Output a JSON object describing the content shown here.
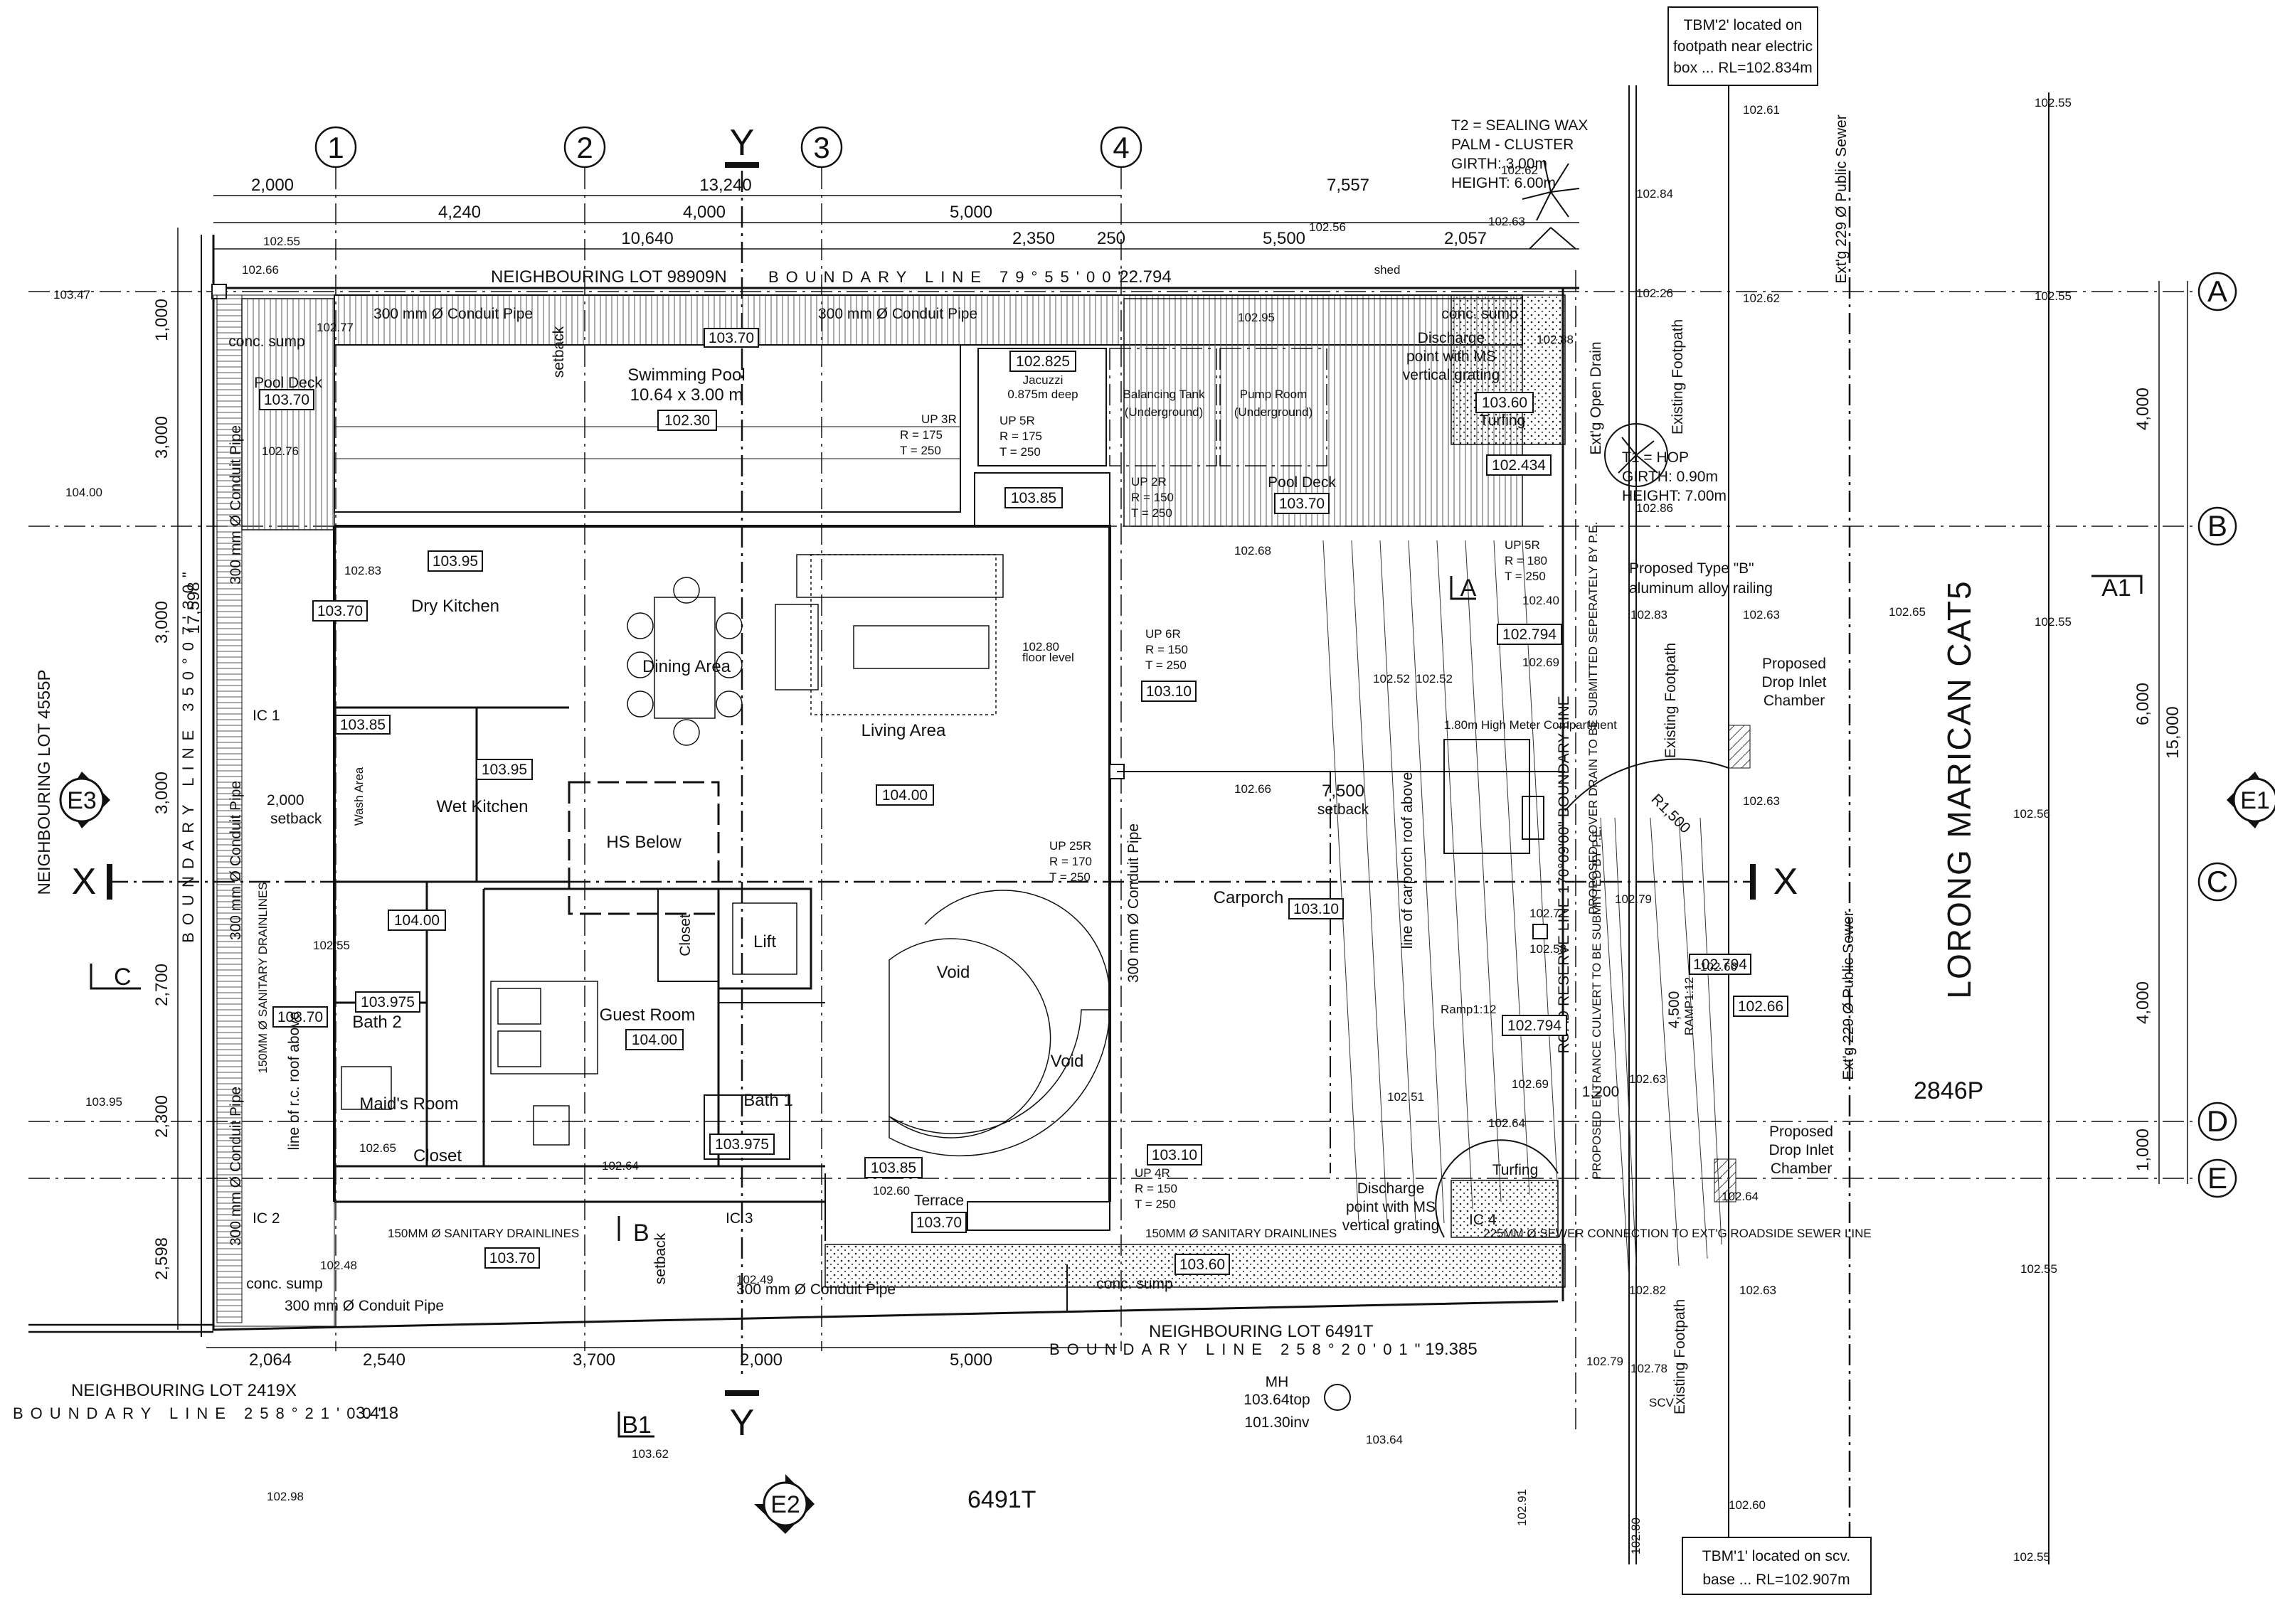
{
  "grid_columns": [
    "1",
    "2",
    "Y",
    "3",
    "4"
  ],
  "grid_rows": [
    "A",
    "B",
    "C",
    "D",
    "E"
  ],
  "section_markers": {
    "x_left": "X",
    "x_right": "X",
    "y_bottom": "Y",
    "a": "A",
    "a1": "A1",
    "b": "B",
    "b1": "B1",
    "c": "C",
    "c_left": "C"
  },
  "elevations": {
    "e1": "E1",
    "e2": "E2",
    "e3": "E3"
  },
  "top_dims": {
    "d1": "2,000",
    "d2": "13,240",
    "d3": "7,557",
    "d4": "4,240",
    "d5": "4,000",
    "d6": "5,000",
    "d7": "10,640",
    "d8": "2,350",
    "d9": "250",
    "d10": "5,500",
    "d11": "2,057",
    "d12": "22.794"
  },
  "bottom_dims": {
    "d1": "2,064",
    "d2": "2,540",
    "d3": "3,700",
    "d4": "2,000",
    "d5": "5,000",
    "d6": "19.385",
    "d7": "3.418"
  },
  "left_dims": {
    "d1": "1,000",
    "d2": "3,000",
    "d3": "17,598",
    "d4": "3,000",
    "d5": "3,000",
    "d6": "2,700",
    "d7": "2,300",
    "d8": "2,598"
  },
  "right_dims": {
    "d1": "4,000",
    "d2": "6,000",
    "d3": "15,000",
    "d4": "4,000",
    "d5": "1,000"
  },
  "boundary": {
    "top": "NEIGHBOURING LOT 98909N",
    "top_line": "BOUNDARY LINE 79°55'00\"",
    "left_lot": "NEIGHBOURING LOT 4555P",
    "left_line": "BOUNDARY LINE 350°07'30\"",
    "bottom_lot": "NEIGHBOURING LOT 6491T",
    "bottom_line": "BOUNDARY LINE 258°20'01\"",
    "bottom_left_lot": "NEIGHBOURING LOT 2419X",
    "bottom_left_line": "BOUNDARY LINE 258°21'00\"",
    "road_reserve": "ROAD RESERVE LINE 170°09'00\" BOUNDARY LINE"
  },
  "road_name": "LORONG MARICAN CAT5",
  "lot_2846": "2846P",
  "lot_6491": "6491T",
  "tbm2": [
    "TBM'2' located on",
    "footpath near electric",
    "box ... RL=102.834m"
  ],
  "tbm1": [
    "TBM'1' located on scv.",
    "base ... RL=102.907m"
  ],
  "tree_t2": [
    "T2 = SEALING WAX",
    "PALM - CLUSTER",
    "GIRTH: 3.00m",
    "HEIGHT: 6.00m"
  ],
  "tree_t1": [
    "T1 = HOP",
    "GIRTH: 0.90m",
    "HEIGHT: 7.00m"
  ],
  "rooms": {
    "swimming_pool": "Swimming Pool",
    "pool_size": "10.64 x 3.00 m",
    "pool_level": "102.30",
    "jacuzzi": "Jacuzzi",
    "jacuzzi_depth": "0.875m deep",
    "jacuzzi_level": "102.825",
    "balancing": "Balancing Tank",
    "underground": "(Underground)",
    "pump": "Pump Room",
    "pool_deck": "Pool Deck",
    "pool_deck_level": "103.70",
    "dry_kitchen": "Dry Kitchen",
    "dry_kitchen_level": "103.95",
    "dining": "Dining Area",
    "living": "Living Area",
    "living_level": "104.00",
    "wet_kitchen": "Wet Kitchen",
    "wet_kitchen_level": "103.95",
    "wash_area": "Wash Area",
    "hs_below": "HS Below",
    "closet": "Closet",
    "lift": "Lift",
    "void": "Void",
    "guest": "Guest Room",
    "guest_level": "104.00",
    "bath1": "Bath 1",
    "bath1_level": "103.975",
    "bath2": "Bath 2",
    "bath2_level": "103.975",
    "maids": "Maid's Room",
    "closet2": "Closet",
    "terrace": "Terrace",
    "terrace_level": "103.70",
    "carporch": "Carporch",
    "carporch_level": "103.10",
    "turfing": "Turfing",
    "shed": "shed",
    "conc_sump": "conc. sump"
  },
  "stairs": {
    "s1": [
      "UP 3R",
      "R = 175",
      "T = 250"
    ],
    "s2": [
      "UP 5R",
      "R = 175",
      "T = 250"
    ],
    "s3": [
      "UP 2R",
      "R = 150",
      "T = 250"
    ],
    "s4": [
      "UP 6R",
      "R = 150",
      "T = 250"
    ],
    "s5": [
      "UP 25R",
      "R = 170",
      "T = 250"
    ],
    "s6": [
      "UP 4R",
      "R = 150",
      "T = 250"
    ],
    "s7": [
      "UP 5R",
      "R = 180",
      "T = 250"
    ]
  },
  "notes": {
    "conduit": "300 mm Ø Conduit Pipe",
    "setback": "setback",
    "setback_7500": "7,500",
    "discharge": [
      "Discharge",
      "point with MS",
      "vertical grating"
    ],
    "railing": [
      "Proposed Type \"B\"",
      "aluminum alloy railing"
    ],
    "drop_inlet": [
      "Proposed",
      "Drop Inlet",
      "Chamber"
    ],
    "footpath": "Existing Footpath",
    "open_drain": "Ext'g Open Drain",
    "sewer": "Ext'g 229 Ø Public Sewer",
    "sanitary": "150MM Ø SANITARY DRAINLINES",
    "sewer_conn": "225MM Ø SEWER CONNECTION TO EXT'G ROADSIDE SEWER LINE",
    "carporch_roof": "line of carporch roof above",
    "rc_roof": "line of r.c. roof above",
    "compartment": "1.80m High Meter Compartment",
    "ramp": "Ramp1:12",
    "ramp2": "RAMP1:12",
    "r1500": "R1,500",
    "floor_level": "floor level",
    "covered_drain": "PROPOSED COVER DRAIN TO BE SUBMITTED SEPERATELY BY P.E.",
    "culvert": "PROPOSED ENTRANCE CULVERT TO BE SUBMITTED BY P.E.",
    "mh": [
      "MH",
      "103.64top",
      "101.30inv"
    ],
    "scv": "SCV",
    "ic1": "IC 1",
    "ic2": "IC 2",
    "ic3": "IC 3",
    "ic4": "IC 4",
    "d4500": "4,500",
    "d1200": "1,200"
  },
  "levels": [
    "103.70",
    "103.85",
    "102.434",
    "103.60",
    "103.10",
    "102.794",
    "102.794",
    "102.794",
    "102.66",
    "103.60",
    "104.00",
    "103.85",
    "103.70",
    "103.70",
    "103.70",
    "103.70",
    "103.70",
    "103.10",
    "103.85"
  ],
  "spot": [
    "102.55",
    "102.66",
    "103.47",
    "104.00",
    "102.77",
    "102.76",
    "102.83",
    "103.95",
    "102.65",
    "102.64",
    "102.48",
    "102.98",
    "103.62",
    "102.56",
    "102.95",
    "102.68",
    "102.80",
    "102.52",
    "102.66",
    "102.40",
    "102.69",
    "102.77",
    "102.58",
    "102.62",
    "102.64",
    "102.60",
    "102.61",
    "102.84",
    "102.63",
    "102.26",
    "102.62",
    "102.88",
    "102.86",
    "102.83",
    "102.63",
    "102.63",
    "102.55",
    "102.55",
    "102.55",
    "102.65",
    "102.56",
    "102.55",
    "102.55",
    "102.63",
    "102.64",
    "102.63",
    "102.82",
    "102.79",
    "102.78",
    "102.91",
    "102.80",
    "102.60",
    "102.51",
    "102.69",
    "102.52",
    "103.64",
    "102.49",
    "102.55",
    "102.66",
    "102.79"
  ]
}
